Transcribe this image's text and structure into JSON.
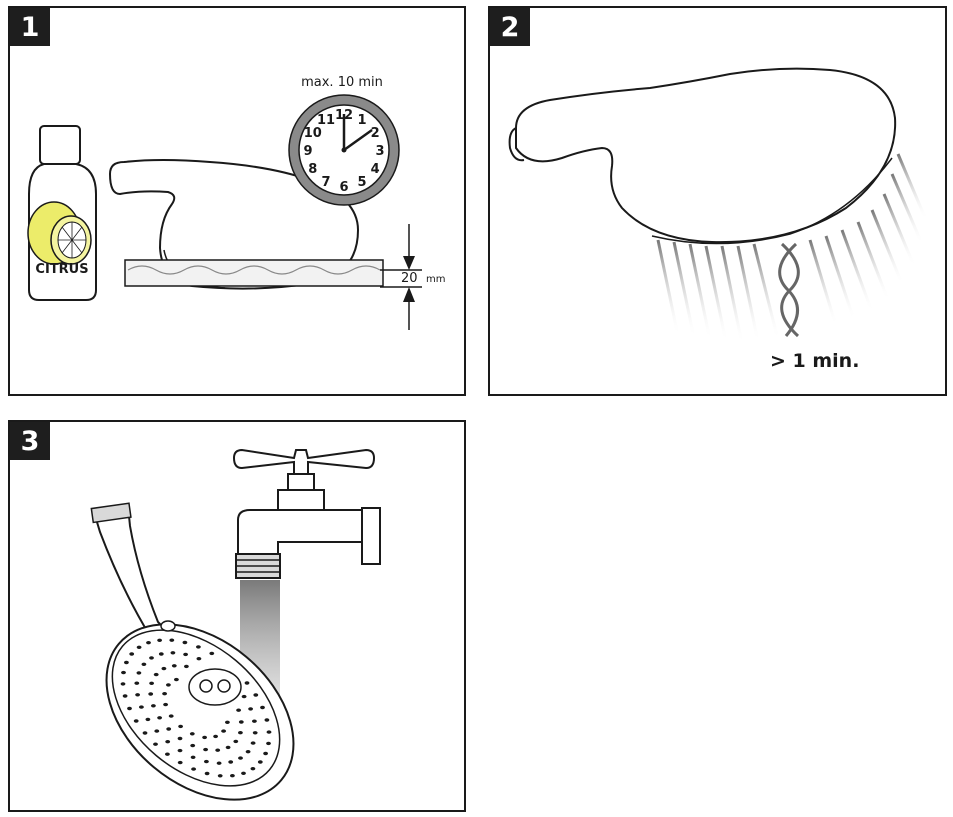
{
  "panels": [
    {
      "number": "1",
      "bottle_label": "CITRUS",
      "clock_caption": "max. 10 min",
      "clock_numbers": [
        "12",
        "1",
        "2",
        "3",
        "4",
        "5",
        "6",
        "7",
        "8",
        "9",
        "10",
        "11"
      ],
      "depth_value": "20",
      "depth_unit": "mm"
    },
    {
      "number": "2",
      "duration": "> 1 min."
    },
    {
      "number": "3"
    }
  ],
  "colors": {
    "line": "#1a1a1a",
    "badge": "#1e1e1e",
    "lemon": "#ecec6a",
    "clock_rim": "#8a8a8a",
    "water": "#8a8a8a"
  }
}
